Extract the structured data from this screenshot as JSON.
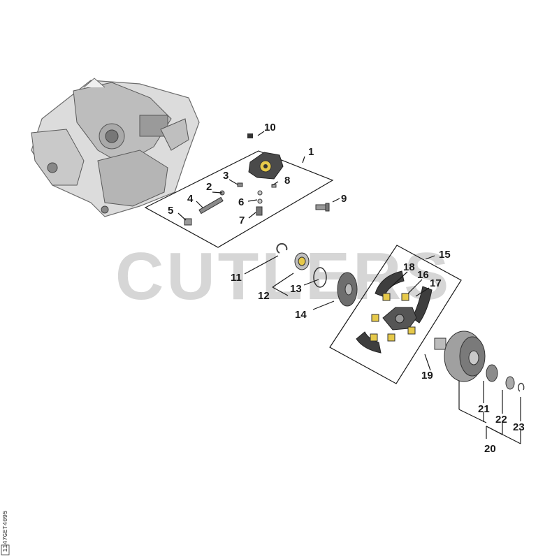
{
  "watermark": "CUTLERS",
  "drawing_code": "1147GET4095",
  "callouts": [
    "1",
    "2",
    "3",
    "4",
    "5",
    "6",
    "7",
    "8",
    "9",
    "10",
    "11",
    "12",
    "13",
    "14",
    "15",
    "16",
    "17",
    "18",
    "19",
    "20",
    "21",
    "22",
    "23"
  ],
  "colors": {
    "line": "#1a1a1a",
    "part_dark": "#555555",
    "part_mid": "#8a8a8a",
    "part_light": "#cfcfcf",
    "watermark": "#d6d6d6"
  }
}
